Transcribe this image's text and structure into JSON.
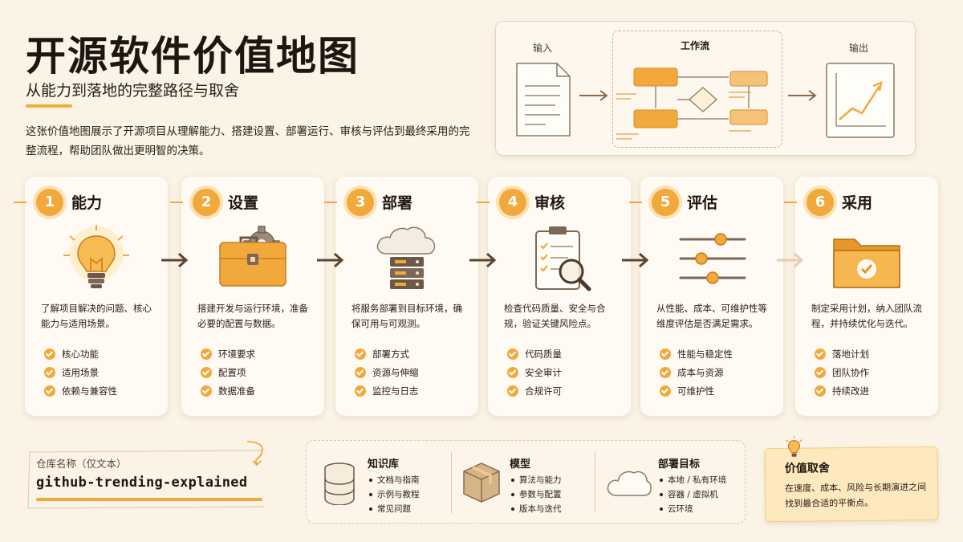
{
  "header": {
    "title": "开源软件价值地图",
    "subtitle": "从能力到落地的完整路径与取舍",
    "intro": "这张价值地图展示了开源项目从理解能力、搭建设置、部署运行、审核与评估到最终采用的完整流程，帮助团队做出更明智的决策。"
  },
  "workflow": {
    "input_label": "输入",
    "workflow_label": "工作流",
    "output_label": "输出"
  },
  "stages": [
    {
      "num": "1",
      "title": "能力",
      "icon": "lightbulb-icon",
      "desc": "了解项目解决的问题、核心能力与适用场景。",
      "items": [
        "核心功能",
        "适用场景",
        "依赖与兼容性"
      ]
    },
    {
      "num": "2",
      "title": "设置",
      "icon": "toolbox-gear-icon",
      "desc": "搭建开发与运行环境，准备必要的配置与数据。",
      "items": [
        "环境要求",
        "配置项",
        "数据准备"
      ]
    },
    {
      "num": "3",
      "title": "部署",
      "icon": "cloud-server-icon",
      "desc": "将服务部署到目标环境，确保可用与可观测。",
      "items": [
        "部署方式",
        "资源与伸缩",
        "监控与日志"
      ]
    },
    {
      "num": "4",
      "title": "审核",
      "icon": "clipboard-magnifier-icon",
      "desc": "检查代码质量、安全与合规，验证关键风险点。",
      "items": [
        "代码质量",
        "安全审计",
        "合规许可"
      ]
    },
    {
      "num": "5",
      "title": "评估",
      "icon": "sliders-icon",
      "desc": "从性能、成本、可维护性等维度评估是否满足需求。",
      "items": [
        "性能与稳定性",
        "成本与资源",
        "可维护性"
      ]
    },
    {
      "num": "6",
      "title": "采用",
      "icon": "folder-check-icon",
      "desc": "制定采用计划，纳入团队流程，并持续优化与迭代。",
      "items": [
        "落地计划",
        "团队协作",
        "持续改进"
      ]
    }
  ],
  "repo": {
    "label": "仓库名称（仅文本）",
    "name": "github-trending-explained"
  },
  "resources": [
    {
      "title": "知识库",
      "icon": "database-icon",
      "items": [
        "文档与指南",
        "示例与教程",
        "常见问题"
      ]
    },
    {
      "title": "模型",
      "icon": "package-box-icon",
      "items": [
        "算法与能力",
        "参数与配置",
        "版本与迭代"
      ]
    },
    {
      "title": "部署目标",
      "icon": "cloud-icon",
      "items": [
        "本地 / 私有环境",
        "容器 / 虚拟机",
        "云环境"
      ]
    }
  ],
  "note": {
    "title": "价值取舍",
    "text": "在速度、成本、风险与长期演进之间找到最合适的平衡点。",
    "icon": "small-lightbulb-icon"
  },
  "colors": {
    "accent": "#f2a93b",
    "accent_light": "#fbe2b6",
    "background": "#fbf3e6",
    "card": "#fffaf3",
    "text": "#1e1610"
  }
}
